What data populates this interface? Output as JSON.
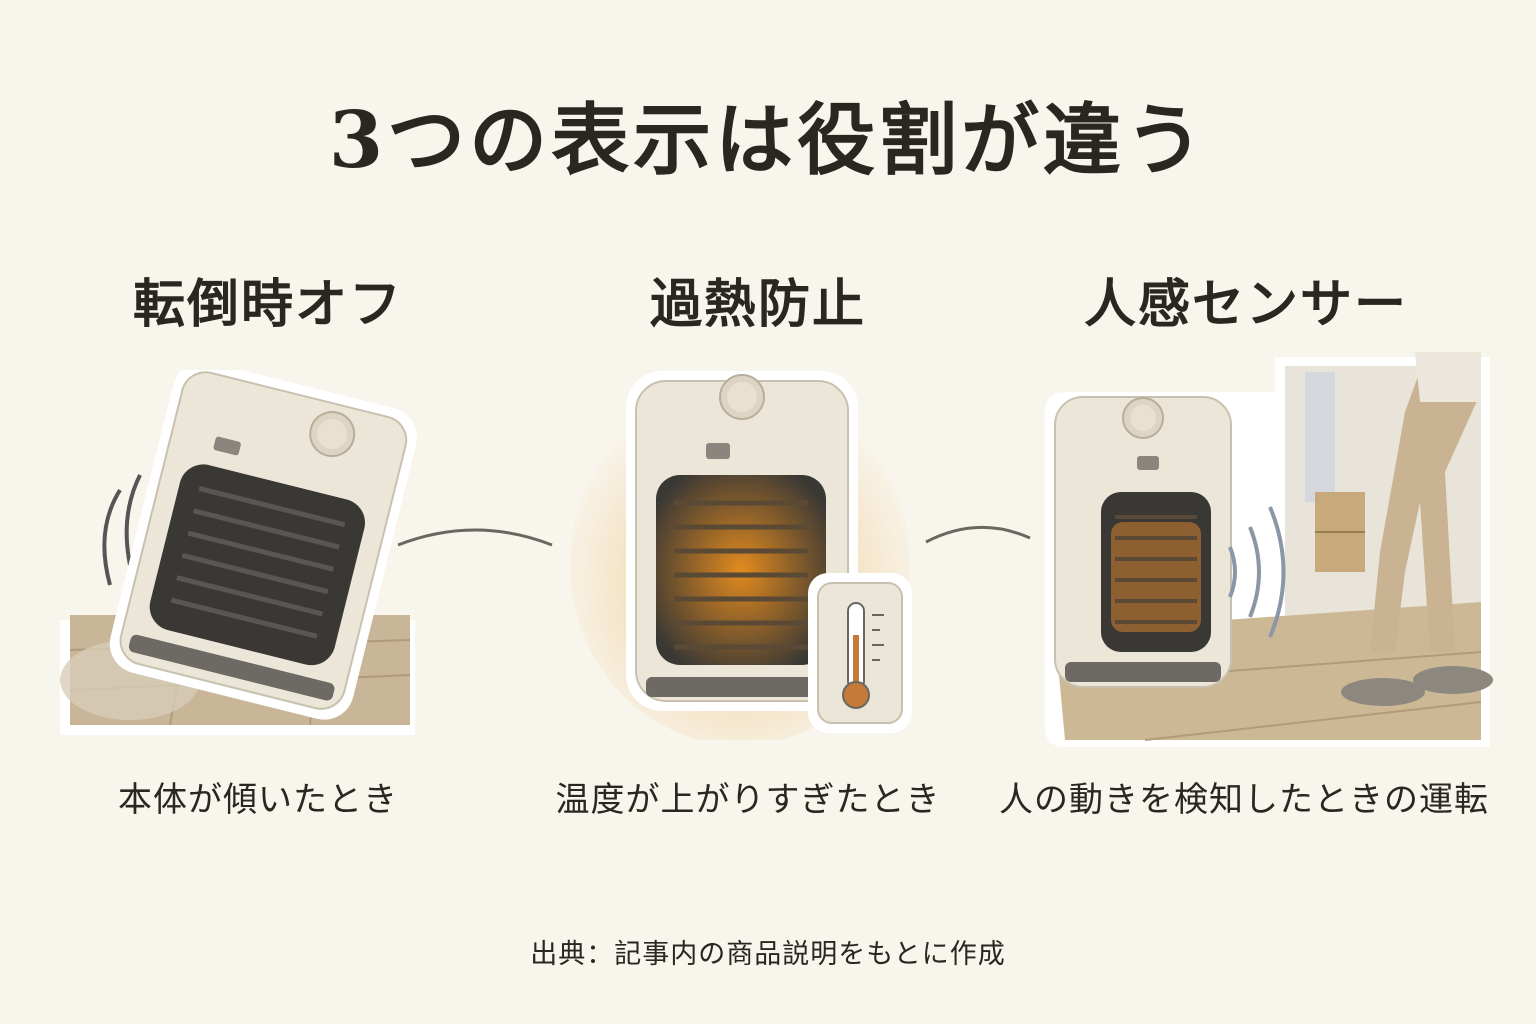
{
  "title": "3つの表示は役割が違う",
  "columns": [
    {
      "heading": "転倒時オフ",
      "description": "本体が傾いたとき",
      "icon": "tilted-heater-icon"
    },
    {
      "heading": "過熱防止",
      "description": "温度が上がりすぎたとき",
      "icon": "glowing-heater-thermometer-icon"
    },
    {
      "heading": "人感センサー",
      "description": "人の動きを検知したときの運転",
      "icon": "heater-motion-sensor-icon"
    }
  ],
  "source": "出典：記事内の商品説明をもとに作成",
  "colors": {
    "background": "#f8f5ec",
    "text": "#2a2622",
    "heater_body": "#ece6d8",
    "grille": "#3a3835",
    "glow": "#e9a23b"
  }
}
